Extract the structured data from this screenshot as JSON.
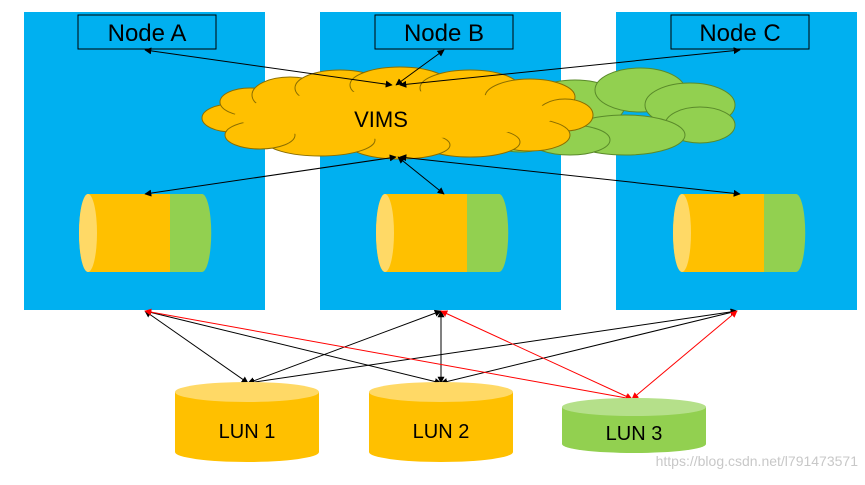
{
  "nodes": [
    {
      "label": "Node A"
    },
    {
      "label": "Node B"
    },
    {
      "label": "Node C"
    }
  ],
  "vims": {
    "label": "VIMS"
  },
  "luns": [
    {
      "label": "LUN 1"
    },
    {
      "label": "LUN 2"
    },
    {
      "label": "LUN 3"
    }
  ],
  "watermark": "https://blog.csdn.net/l791473571",
  "colors": {
    "node_bg": "#00b0f0",
    "yellow": "#ffc000",
    "green": "#92d050",
    "light_yellow": "#ffd966",
    "red_arrow": "#ff0000",
    "black_arrow": "#000000"
  }
}
